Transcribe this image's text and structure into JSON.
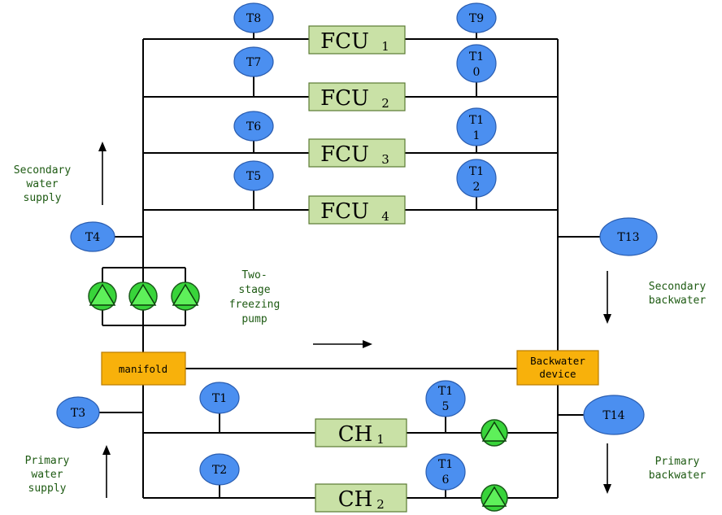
{
  "sensors": {
    "t1": "T1",
    "t2": "T2",
    "t3": "T3",
    "t4": "T4",
    "t5": "T5",
    "t6": "T6",
    "t7": "T7",
    "t8": "T8",
    "t9": "T9",
    "t10_a": "T1",
    "t10_b": "0",
    "t11_a": "T1",
    "t11_b": "1",
    "t12_a": "T1",
    "t12_b": "2",
    "t13": "T13",
    "t14": "T14",
    "t15_a": "T1",
    "t15_b": "5",
    "t16_a": "T1",
    "t16_b": "6"
  },
  "units": {
    "fcu1": "FCU",
    "fcu1_sub": "1",
    "fcu2": "FCU",
    "fcu2_sub": "2",
    "fcu3": "FCU",
    "fcu3_sub": "3",
    "fcu4": "FCU",
    "fcu4_sub": "4",
    "ch1": "CH",
    "ch1_sub": "1",
    "ch2": "CH",
    "ch2_sub": "2"
  },
  "devices": {
    "manifold": "manifold",
    "backwater_line1": "Backwater",
    "backwater_line2": "device"
  },
  "labels": {
    "secondary_supply": [
      "Secondary",
      "water",
      "supply"
    ],
    "two_stage_pump": [
      "Two-",
      "stage",
      "freezing",
      "pump"
    ],
    "secondary_backwater": [
      "Secondary",
      "backwater"
    ],
    "primary_supply": [
      "Primary",
      "water",
      "supply"
    ],
    "primary_backwater": [
      "Primary",
      "backwater"
    ]
  },
  "colors": {
    "sensor": "#4b8ff0",
    "unit_box": "#c9e1a6",
    "device_box": "#f8b10b",
    "pump": "#38d43a",
    "label_text": "#1d5a12"
  }
}
